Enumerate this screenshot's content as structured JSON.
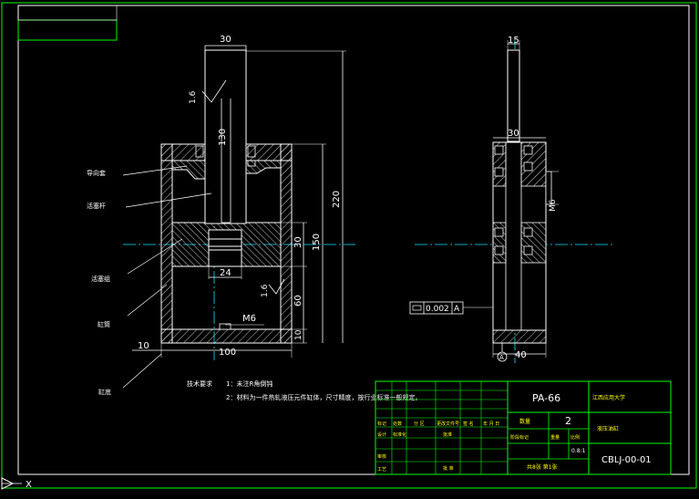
{
  "colors": {
    "background": "#000000",
    "outline": "#ffffff",
    "centerline": "#00e5ff",
    "border": "#00ff00",
    "grid": "#00ff00",
    "text": "#ffff00"
  },
  "front_view": {
    "dimensions": {
      "rod_width": "30",
      "rod_length": "130",
      "total_height": "220",
      "inner_height": "150",
      "piston_height": "30",
      "lower_chamber": "60",
      "base_thickness": "10",
      "wall_thickness": "10",
      "bore_width": "24",
      "thread": "M6",
      "outer_width": "100",
      "roughness_upper": "1.6",
      "roughness_lower": "1.6"
    },
    "callouts": [
      "导向套",
      "活塞杆",
      "活塞组",
      "缸筒",
      "缸底"
    ]
  },
  "side_view": {
    "dimensions": {
      "rod_width": "15",
      "body_top": "30",
      "port_thread": "M6",
      "width": "40"
    },
    "tolerance": {
      "value": "0.002",
      "datum": "A"
    },
    "datum_label": "A"
  },
  "notes": {
    "heading": "技术要求",
    "items": [
      "1：未注R角倒钝",
      "2：材料为一件热轧液压元件缸体，尺寸精度，按行业标准一般规定。"
    ]
  },
  "title_block": {
    "material": "PA-66",
    "school": "江西应用大学",
    "quantity_label": "数量",
    "quantity": "2",
    "part_name": "液压油缸",
    "drawing_no": "CBLJ-00-01",
    "scale": "0.8:1",
    "sheet": "共8张 第1张",
    "row_labels": [
      "标记",
      "设计",
      "审核",
      "工艺"
    ],
    "header_labels": [
      "处数",
      "分 区",
      "更改文件号",
      "签 名",
      "年 月 日"
    ],
    "design_label": "标准化",
    "review_label": "批准",
    "stage_label": "阶段标记",
    "weight_label": "重量",
    "ratio_label": "比例",
    "approve_label": "批 准"
  },
  "ucs_label": "X"
}
